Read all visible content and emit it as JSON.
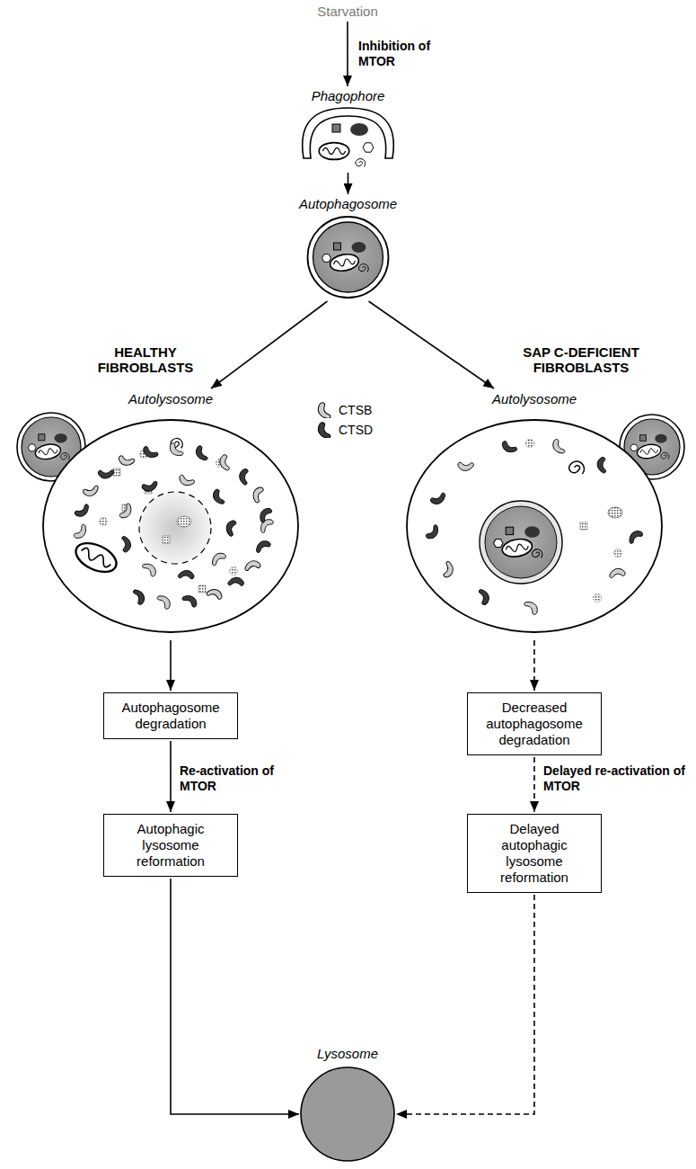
{
  "diagram": {
    "nodes": [
      {
        "text": [
          "Starvation"
        ]
      },
      {
        "text": [
          "Phagophore"
        ]
      },
      {
        "text": [
          "Autophagosome"
        ]
      },
      {
        "text": [
          "Autolysosome"
        ]
      },
      {
        "text": [
          "Autolysosome"
        ]
      },
      {
        "text": [
          "Autophagosome degradation"
        ]
      },
      {
        "text": [
          "Autophagic lysosome reformation"
        ]
      },
      {
        "text": [
          "Decreased autophagosome degradation"
        ]
      },
      {
        "text": [
          "Delayed autophagic lysosome reformation"
        ]
      },
      {
        "text": [
          "Lysosome"
        ]
      }
    ],
    "edges": [
      {
        "from": 0,
        "to": 1,
        "label": "Inhibition of MTOR",
        "arrow": "to"
      },
      {
        "from": 1,
        "to": 2,
        "arrow": "to"
      },
      {
        "from": 2,
        "to": 3,
        "label": "HEALTHY FIBROBLASTS",
        "arrow": "to"
      },
      {
        "from": 2,
        "to": 4,
        "label": "SAP C-DEFICIENT FIBROBLASTS",
        "arrow": "to"
      },
      {
        "from": 3,
        "to": 5,
        "arrow": "to"
      },
      {
        "from": 5,
        "to": 6,
        "label": "Re-activation of MTOR",
        "arrow": "to"
      },
      {
        "from": 4,
        "to": 7,
        "arrow": "to"
      },
      {
        "from": 7,
        "to": 8,
        "label": "Delayed re-activation of MTOR",
        "arrow": "to"
      },
      {
        "from": 6,
        "to": 9,
        "arrow": "to"
      },
      {
        "from": 8,
        "to": 9,
        "arrow": "to"
      }
    ],
    "legend": [
      {
        "text": "CTSB"
      },
      {
        "text": "CTSD"
      }
    ]
  }
}
